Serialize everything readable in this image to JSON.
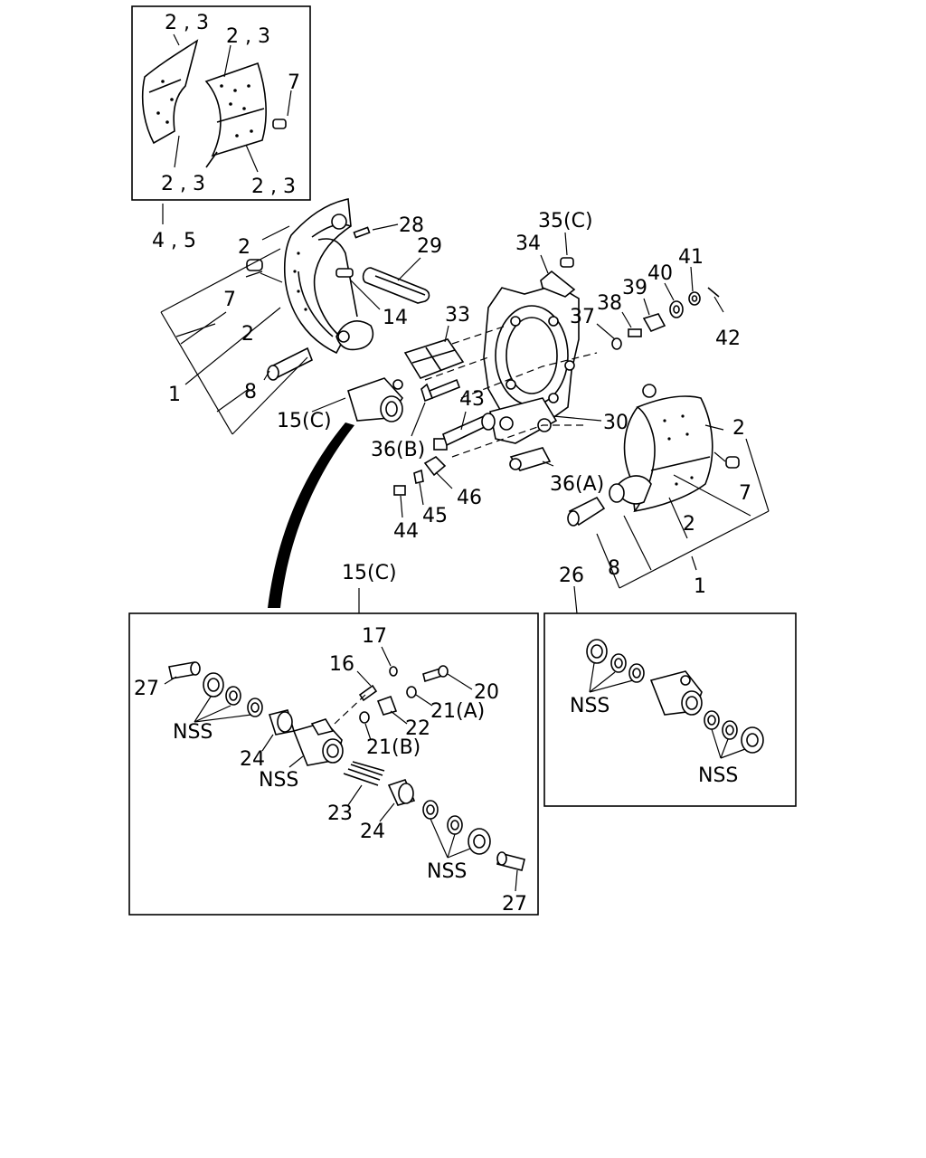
{
  "diagram": {
    "callouts": [
      {
        "id": "c-23-a",
        "text": "2 , 3"
      },
      {
        "id": "c-23-b",
        "text": "2 , 3"
      },
      {
        "id": "c-7-inset",
        "text": "7"
      },
      {
        "id": "c-23-c",
        "text": "2 , 3"
      },
      {
        "id": "c-23-d",
        "text": "2 , 3"
      },
      {
        "id": "c-45",
        "text": "4 , 5"
      },
      {
        "id": "c-2-top",
        "text": "2"
      },
      {
        "id": "c-28",
        "text": "28"
      },
      {
        "id": "c-29",
        "text": "29"
      },
      {
        "id": "c-7-left",
        "text": "7"
      },
      {
        "id": "c-14",
        "text": "14"
      },
      {
        "id": "c-2-left",
        "text": "2"
      },
      {
        "id": "c-1-left",
        "text": "1"
      },
      {
        "id": "c-8-left",
        "text": "8"
      },
      {
        "id": "c-15c-main",
        "text": "15(C)"
      },
      {
        "id": "c-33",
        "text": "33"
      },
      {
        "id": "c-35c",
        "text": "35(C)"
      },
      {
        "id": "c-34",
        "text": "34"
      },
      {
        "id": "c-37",
        "text": "37"
      },
      {
        "id": "c-38",
        "text": "38"
      },
      {
        "id": "c-39",
        "text": "39"
      },
      {
        "id": "c-40",
        "text": "40"
      },
      {
        "id": "c-41",
        "text": "41"
      },
      {
        "id": "c-42",
        "text": "42"
      },
      {
        "id": "c-43",
        "text": "43"
      },
      {
        "id": "c-30",
        "text": "30"
      },
      {
        "id": "c-36b",
        "text": "36(B)"
      },
      {
        "id": "c-2-right",
        "text": "2"
      },
      {
        "id": "c-36a",
        "text": "36(A)"
      },
      {
        "id": "c-46",
        "text": "46"
      },
      {
        "id": "c-45b",
        "text": "45"
      },
      {
        "id": "c-44",
        "text": "44"
      },
      {
        "id": "c-7-right",
        "text": "7"
      },
      {
        "id": "c-2-right-low",
        "text": "2"
      },
      {
        "id": "c-8-right",
        "text": "8"
      },
      {
        "id": "c-1-right",
        "text": "1"
      },
      {
        "id": "c-15c-detail",
        "text": "15(C)"
      },
      {
        "id": "c-26",
        "text": "26"
      },
      {
        "id": "c-17",
        "text": "17"
      },
      {
        "id": "c-16",
        "text": "16"
      },
      {
        "id": "c-20",
        "text": "20"
      },
      {
        "id": "c-27-top",
        "text": "27"
      },
      {
        "id": "c-21a",
        "text": "21(A)"
      },
      {
        "id": "c-22",
        "text": "22"
      },
      {
        "id": "c-nss-1",
        "text": "NSS"
      },
      {
        "id": "c-21b",
        "text": "21(B)"
      },
      {
        "id": "c-24-a",
        "text": "24"
      },
      {
        "id": "c-nss-2",
        "text": "NSS"
      },
      {
        "id": "c-23",
        "text": "23"
      },
      {
        "id": "c-24-b",
        "text": "24"
      },
      {
        "id": "c-nss-3",
        "text": "NSS"
      },
      {
        "id": "c-27-bottom",
        "text": "27"
      },
      {
        "id": "c-nss-26-a",
        "text": "NSS"
      },
      {
        "id": "c-nss-26-b",
        "text": "NSS"
      }
    ]
  }
}
